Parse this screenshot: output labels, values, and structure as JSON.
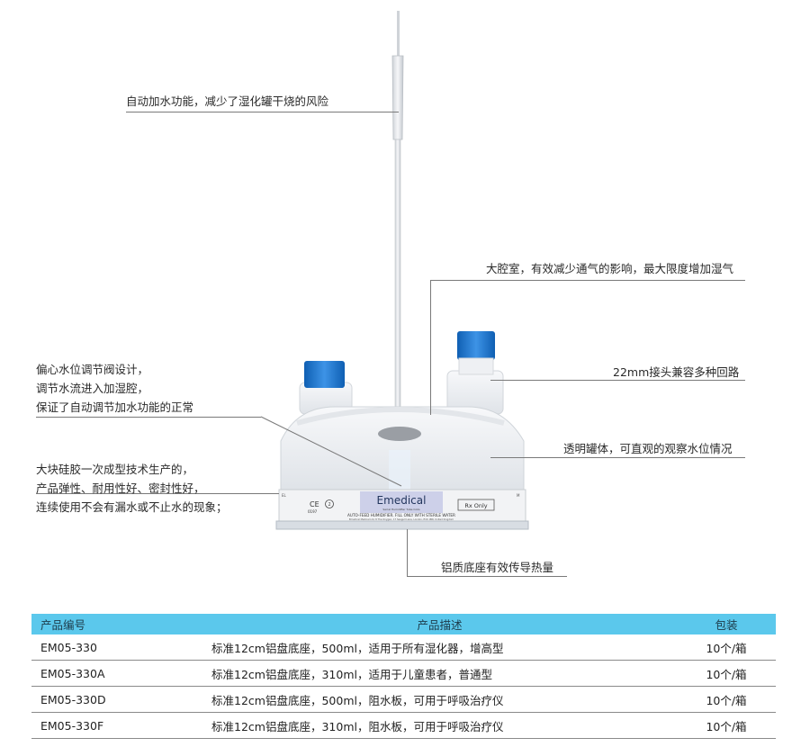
{
  "callouts": {
    "auto_feed": "自动加水功能，减少了湿化罐干烧的风险",
    "chamber": "大腔室，有效减少通气的影响，最大限度增加湿气",
    "valve": [
      "偏心水位调节阀设计，",
      "调节水流进入加湿腔，",
      "保证了自动调节加水功能的正常"
    ],
    "connector": "22mm接头兼容多种回路",
    "transparent": "透明罐体，可直观的观察水位情况",
    "silicone": [
      "大块硅胶一次成型技术生产的，",
      "产品弹性、耐用性好、密封性好，",
      "连续使用不会有漏水或不止水的现象；"
    ],
    "base": "铝质底座有效传导热量"
  },
  "device_label": {
    "brand": "Emedical",
    "tagline": "AUTO-FEED HUMIDIFIER. FILL ONLY WITH STERILE WATER",
    "rx": "Rx Only",
    "ce": "CE",
    "ce_number": "0197",
    "single_use": "2",
    "small_print": "Emedical Medical Ltd, 8 The Oxygen, 17 Seagull Lane, London, E16 1BN, United Kingdom"
  },
  "table": {
    "headers": [
      "产品编号",
      "产品描述",
      "包装"
    ],
    "rows": [
      [
        "EM05-330",
        "标准12cm铝盘底座，500ml，适用于所有湿化器，增高型",
        "10个/箱"
      ],
      [
        "EM05-330A",
        "标准12cm铝盘底座，310ml，适用于儿童患者，普通型",
        "10个/箱"
      ],
      [
        "EM05-330D",
        "标准12cm铝盘底座，500ml，阻水板，可用于呼吸治疗仪",
        "10个/箱"
      ],
      [
        "EM05-330F",
        "标准12cm铝盘底座，310ml，阻水板，可用于呼吸治疗仪",
        "10个/箱"
      ]
    ]
  },
  "colors": {
    "cap_blue": "#1a6fc4",
    "table_header": "#5bc8ec"
  }
}
